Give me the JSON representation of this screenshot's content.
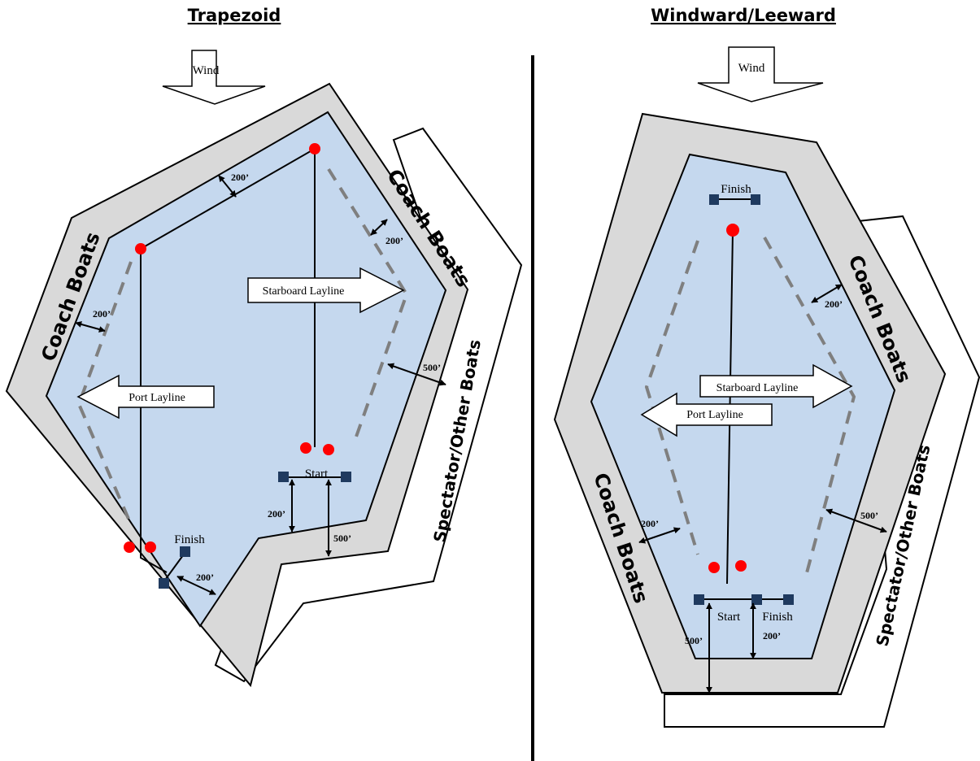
{
  "left_diagram": {
    "title": "Trapezoid",
    "wind_label": "Wind",
    "coach_zone_left": "Coach Boats",
    "coach_zone_right": "Coach Boats",
    "spectator_zone": "Spectator/Other Boats",
    "starboard_layline": "Starboard Layline",
    "port_layline": "Port Layline",
    "start_label": "Start",
    "finish_label": "Finish",
    "dist_top_inner": "200’",
    "dist_right_coach": "200’",
    "dist_left_coach": "200’",
    "dist_spectator": "500’",
    "dist_start_200": "200’",
    "dist_start_500": "500’",
    "dist_finish": "200’"
  },
  "right_diagram": {
    "title": "Windward/Leeward",
    "wind_label": "Wind",
    "finish_top_label": "Finish",
    "coach_zone_right": "Coach Boats",
    "coach_zone_left": "Coach Boats",
    "spectator_zone": "Spectator/Other Boats",
    "starboard_layline": "Starboard Layline",
    "port_layline": "Port Layline",
    "start_label": "Start",
    "finish_label": "Finish",
    "dist_right_coach": "200’",
    "dist_left_coach": "200’",
    "dist_spectator": "500’",
    "dist_start_500": "500’",
    "dist_finish_200": "200’"
  },
  "colors": {
    "racing_area": "#c5d8ee",
    "coach_zone": "#d9d9d9",
    "buoy": "#ff0000",
    "mark": "#1f3a5f",
    "layline": "#7f7f7f"
  }
}
